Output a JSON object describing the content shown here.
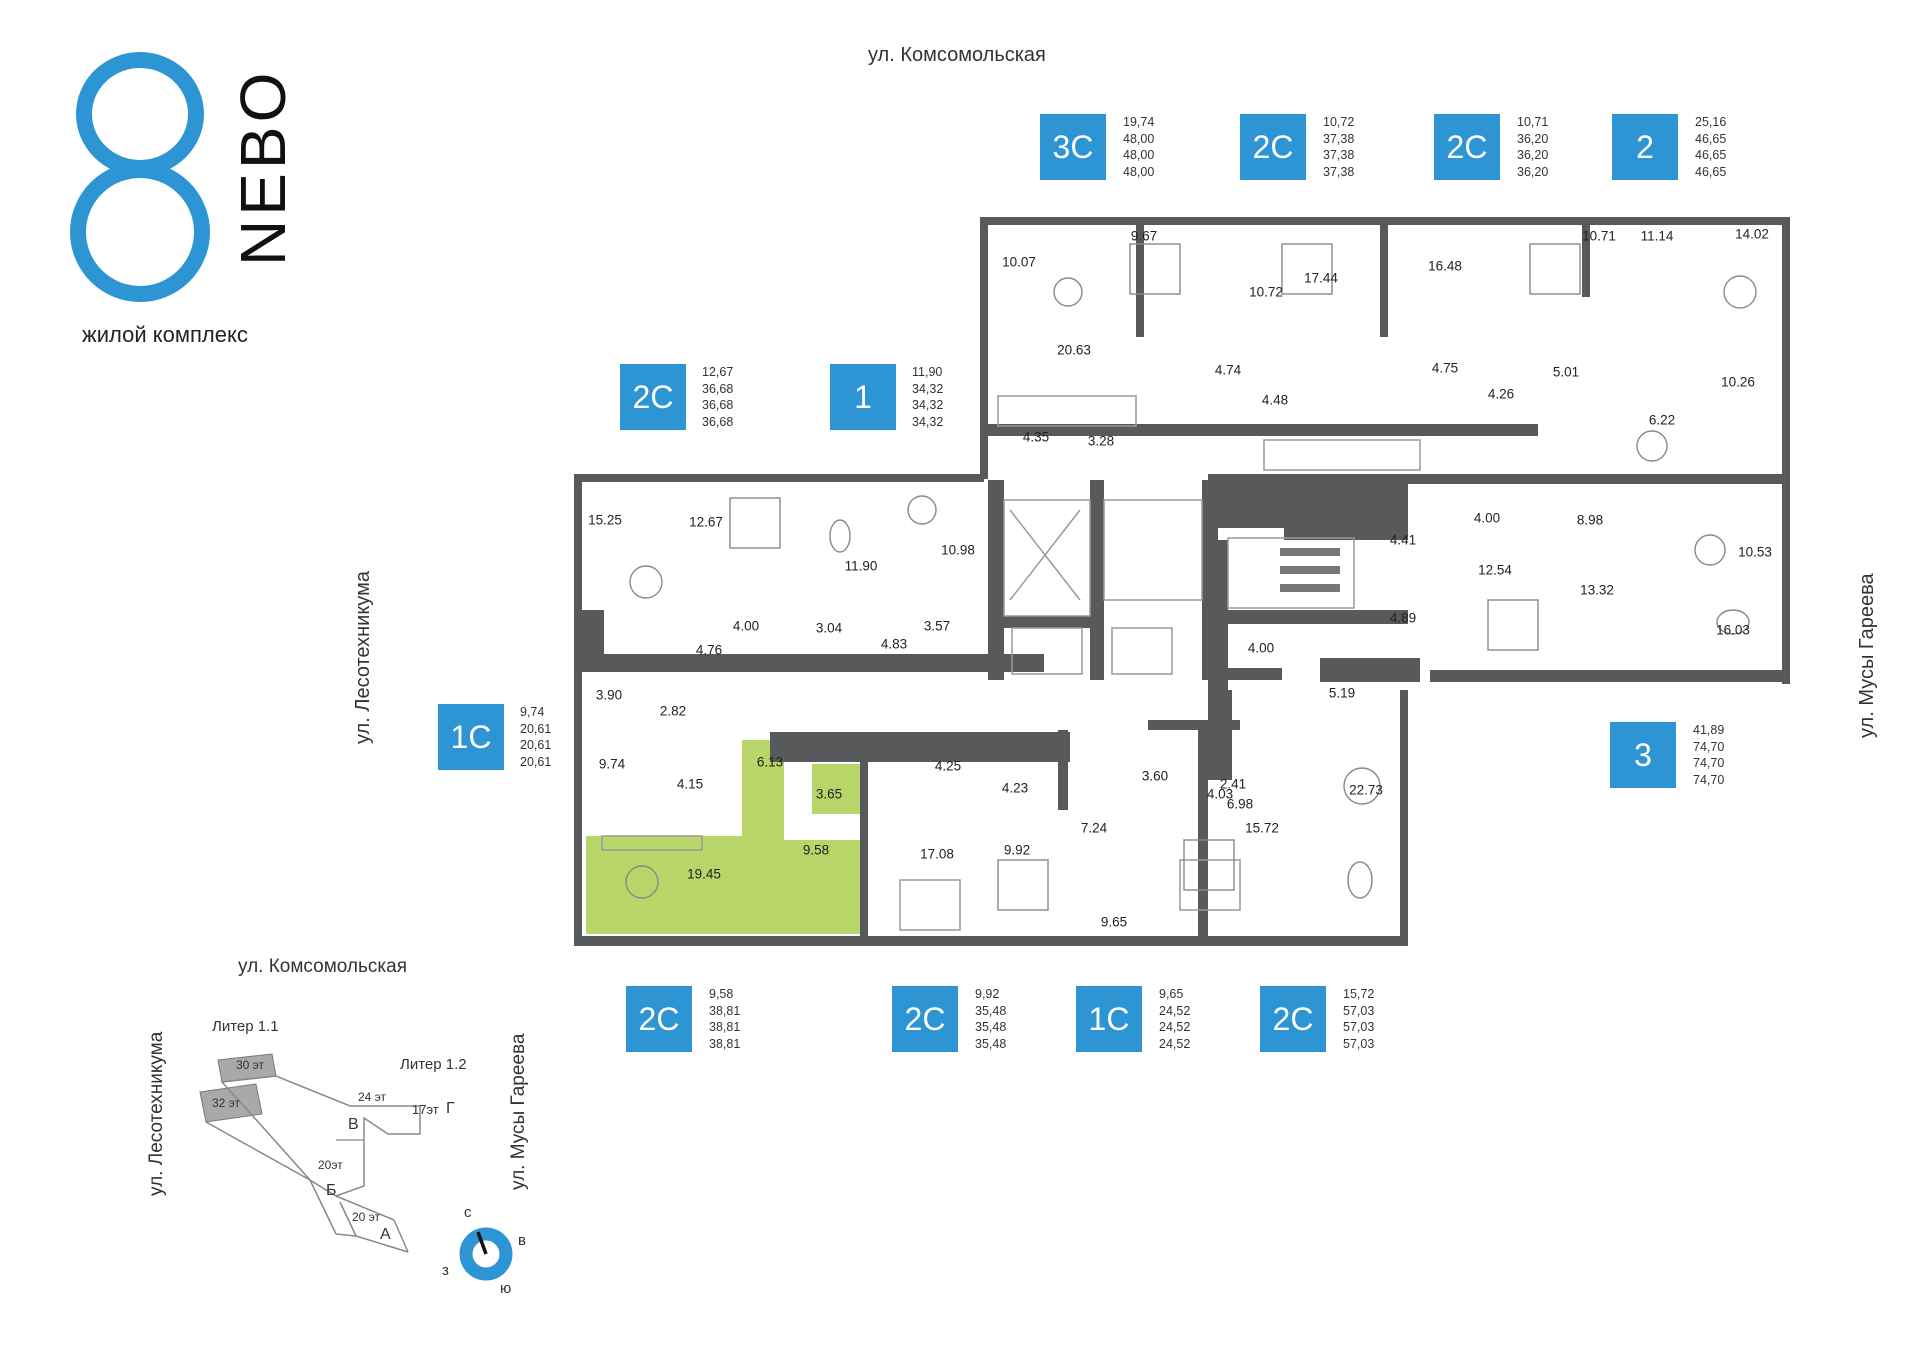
{
  "logo": {
    "brand": "NEBO",
    "subtitle": "жилой комплекс"
  },
  "streets": {
    "top": "ул. Комсомольская",
    "left": "ул. Лесотехникума",
    "right": "ул. Мусы Гареева"
  },
  "apartments": [
    {
      "id": "top-3c",
      "type": "3С",
      "areas": [
        "19,74",
        "48,00",
        "48,00",
        "48,00"
      ]
    },
    {
      "id": "top-2c-a",
      "type": "2С",
      "areas": [
        "10,72",
        "37,38",
        "37,38",
        "37,38"
      ]
    },
    {
      "id": "top-2c-b",
      "type": "2С",
      "areas": [
        "10,71",
        "36,20",
        "36,20",
        "36,20"
      ]
    },
    {
      "id": "top-2",
      "type": "2",
      "areas": [
        "25,16",
        "46,65",
        "46,65",
        "46,65"
      ]
    },
    {
      "id": "mid-2c",
      "type": "2С",
      "areas": [
        "12,67",
        "36,68",
        "36,68",
        "36,68"
      ]
    },
    {
      "id": "mid-1",
      "type": "1",
      "areas": [
        "11,90",
        "34,32",
        "34,32",
        "34,32"
      ]
    },
    {
      "id": "left-1c",
      "type": "1С",
      "areas": [
        "9,74",
        "20,61",
        "20,61",
        "20,61"
      ]
    },
    {
      "id": "right-3",
      "type": "3",
      "areas": [
        "41,89",
        "74,70",
        "74,70",
        "74,70"
      ]
    },
    {
      "id": "bot-2c-a",
      "type": "2С",
      "areas": [
        "9,58",
        "38,81",
        "38,81",
        "38,81"
      ]
    },
    {
      "id": "bot-2c-b",
      "type": "2С",
      "areas": [
        "9,92",
        "35,48",
        "35,48",
        "35,48"
      ]
    },
    {
      "id": "bot-1c",
      "type": "1С",
      "areas": [
        "9,65",
        "24,52",
        "24,52",
        "24,52"
      ]
    },
    {
      "id": "bot-2c-c",
      "type": "2С",
      "areas": [
        "15,72",
        "57,03",
        "57,03",
        "57,03"
      ]
    }
  ],
  "rooms": [
    "10.07",
    "9.67",
    "10.72",
    "17.44",
    "16.48",
    "10.71",
    "11.14",
    "14.02",
    "20.63",
    "4.74",
    "4.48",
    "4.75",
    "4.26",
    "5.01",
    "10.26",
    "6.22",
    "4.35",
    "3.28",
    "15.25",
    "12.67",
    "11.90",
    "10.98",
    "4.00",
    "8.98",
    "4.41",
    "10.53",
    "12.54",
    "13.32",
    "4.00",
    "3.04",
    "4.83",
    "3.57",
    "4.76",
    "4.89",
    "16.03",
    "4.00",
    "3.90",
    "2.82",
    "5.19",
    "9.74",
    "4.15",
    "6.13",
    "3.65",
    "4.25",
    "4.23",
    "3.60",
    "4.03",
    "2.41",
    "6.98",
    "22.73",
    "19.45",
    "9.58",
    "17.08",
    "9.92",
    "7.24",
    "15.72",
    "9.65"
  ],
  "keyplan": {
    "street_top": "ул. Комсомольская",
    "street_left": "ул. Лесотехникума",
    "street_right": "ул. Мусы Гареева",
    "liter_1": "Литер 1.1",
    "liter_2": "Литер 1.2",
    "floors": [
      "30 эт",
      "32 эт",
      "24 эт",
      "17эт",
      "20эт",
      "20 эт"
    ],
    "sections": [
      "В",
      "Г",
      "Б",
      "А"
    ]
  },
  "compass": {
    "north": "с",
    "east": "в",
    "south": "ю",
    "west": "з"
  },
  "colors": {
    "accent": "#2d95d3",
    "highlight": "#b8d56a",
    "wall": "#58595b"
  }
}
